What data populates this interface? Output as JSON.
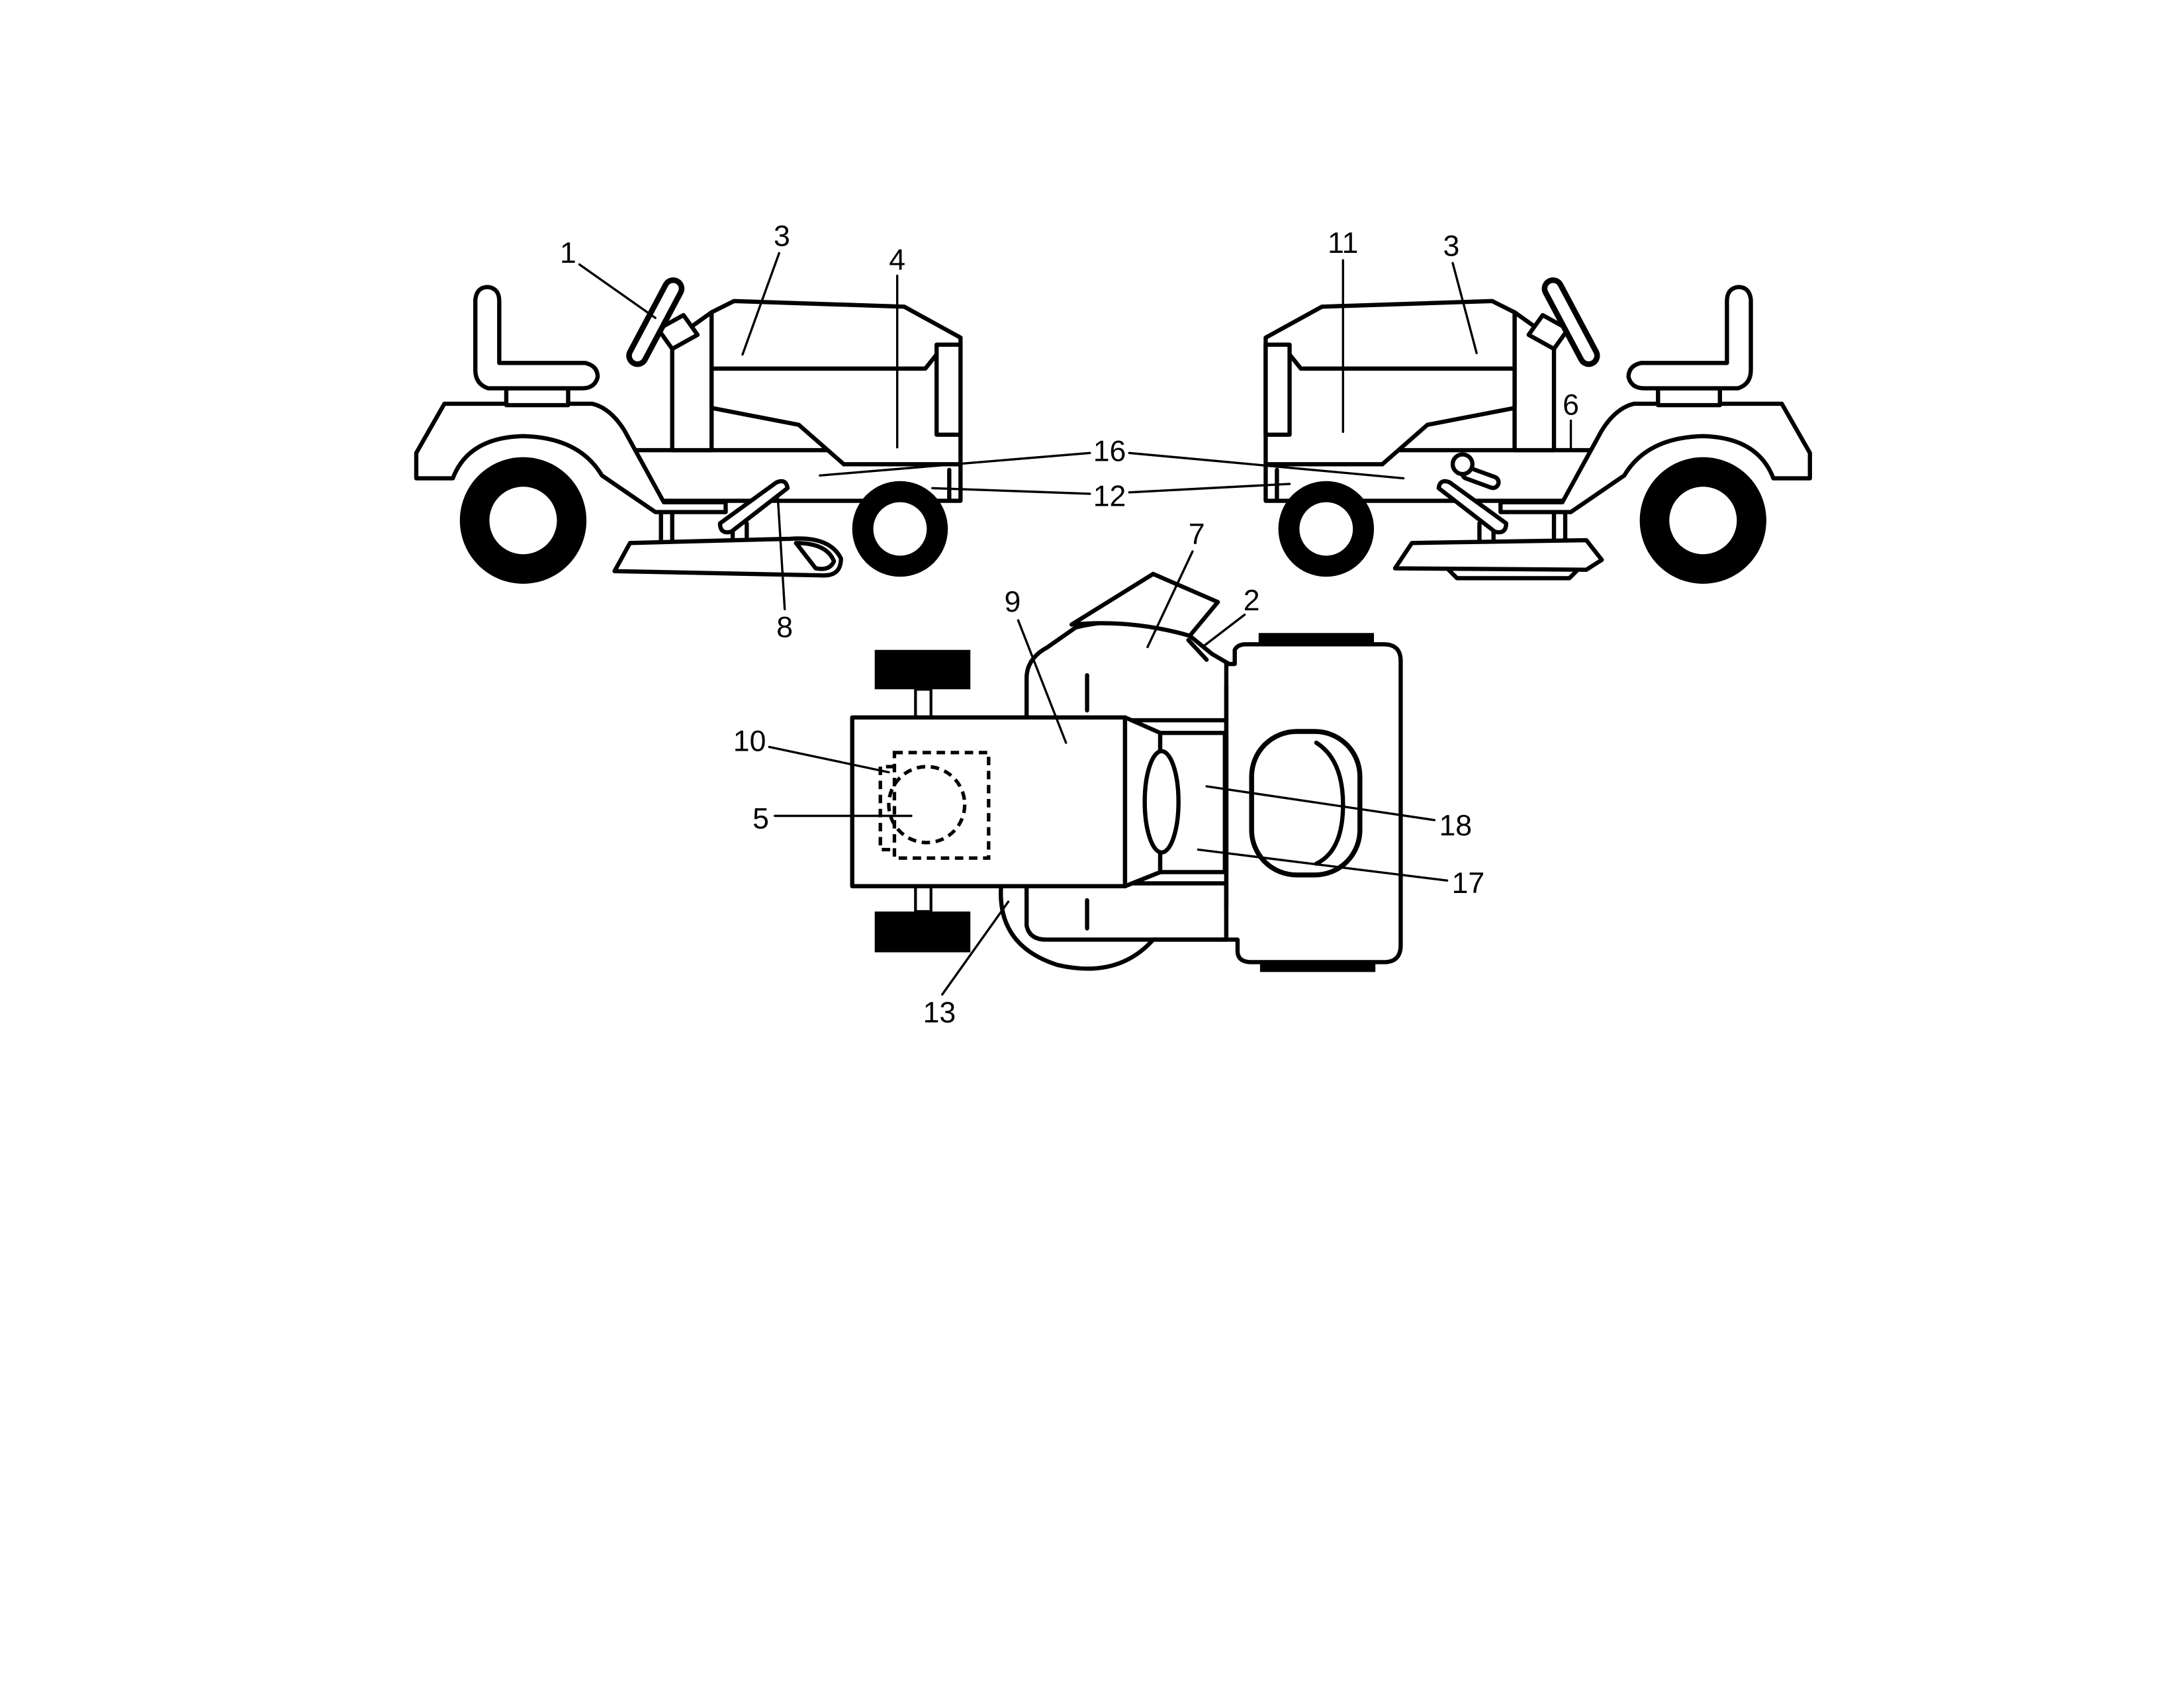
{
  "colors": {
    "ink": "#000000",
    "paper": "#ffffff"
  },
  "callouts": [
    "1",
    "3",
    "4",
    "11",
    "3",
    "6",
    "16",
    "12",
    "8",
    "7",
    "2",
    "9",
    "10",
    "5",
    "18",
    "17",
    "13"
  ]
}
